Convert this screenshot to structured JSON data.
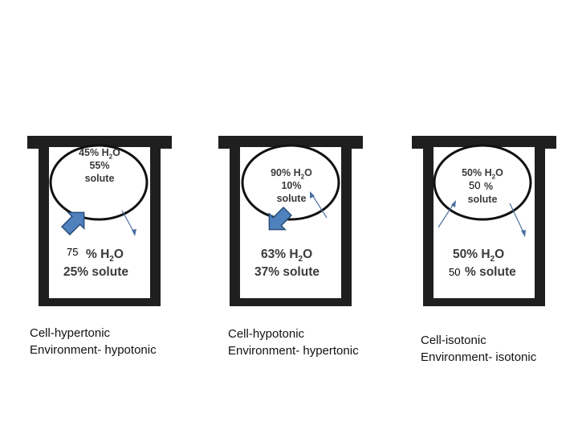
{
  "beakers": [
    {
      "cell_water": "45% H2O",
      "cell_solute_pct": "55%",
      "cell_solute_word": "solute",
      "env_water_pct": "75",
      "env_water_rest": "% H2O",
      "env_solute": "25% solute",
      "caption_cell": "Cell-hypertonic",
      "caption_env": "Environment- hypotonic"
    },
    {
      "cell_water": "90% H2O",
      "cell_solute_pct": "10%",
      "cell_solute_word": "solute",
      "env_water": "63% H2O",
      "env_solute": "37% solute",
      "caption_cell": "Cell-hypotonic",
      "caption_env": "Environment- hypertonic"
    },
    {
      "cell_water": "50% H2O",
      "cell_solute_num": "50",
      "cell_solute_pct_sign": "%",
      "cell_solute_word": "solute",
      "env_water": "50% H2O",
      "env_solute_num": "50",
      "env_solute_rest": "% solute",
      "caption_cell": "Cell-isotonic",
      "caption_env": "Environment- isotonic"
    }
  ],
  "colors": {
    "frame": "#1f1f1f",
    "label_text": "#3a3a3a",
    "arrow_fill": "#4f81bd",
    "arrow_stroke": "#2a4f7a",
    "thin_arrow": "#4a6fa0"
  },
  "icons": [
    "beaker-frame",
    "cell-membrane-circle",
    "water-inflow-arrow",
    "diffusion-arrow"
  ]
}
